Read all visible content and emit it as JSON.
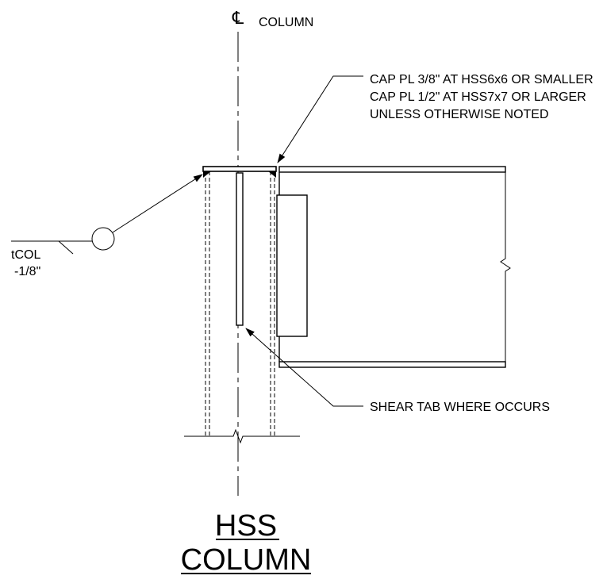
{
  "centerline": {
    "symbol": "℄",
    "label": "COLUMN"
  },
  "cap_plate_note": {
    "line1": "CAP PL 3/8\" AT HSS6x6 OR SMALLER",
    "line2": "CAP PL 1/2\" AT HSS7x7 OR LARGER",
    "line3": "UNLESS OTHERWISE NOTED"
  },
  "elevation_tag": {
    "line1": "tCOL",
    "line2": "-1/8\""
  },
  "shear_tab_note": "SHEAR TAB WHERE OCCURS",
  "title": {
    "line1": "HSS",
    "line2": "COLUMN"
  }
}
